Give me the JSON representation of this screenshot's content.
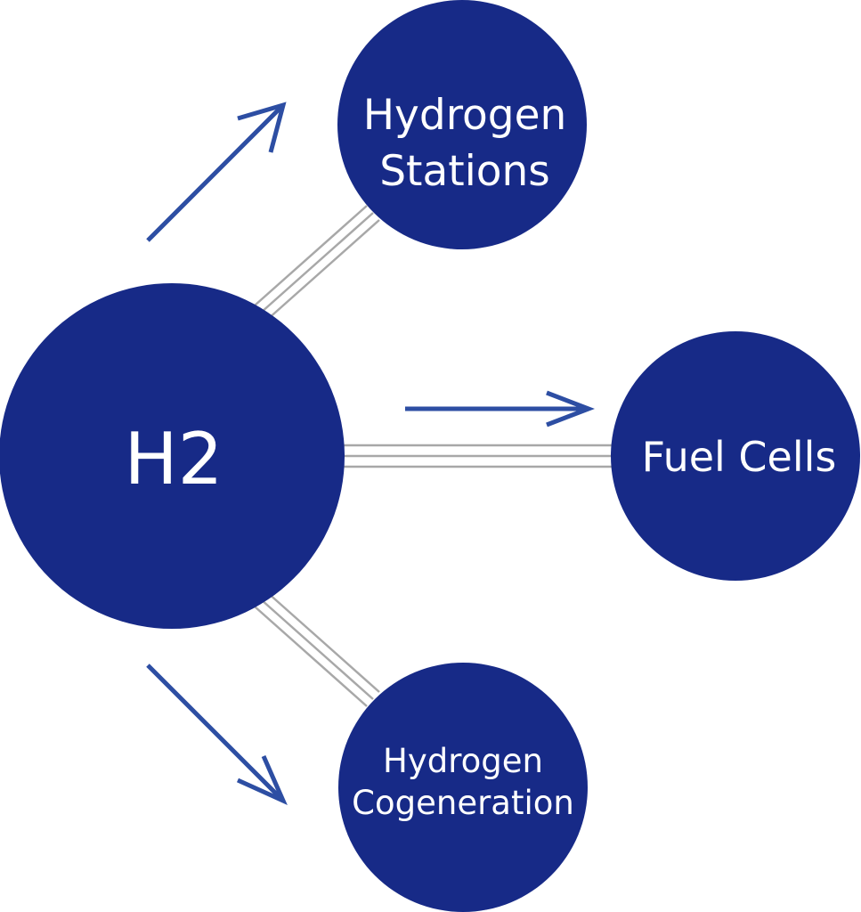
{
  "colors": {
    "node_fill": "#172a87",
    "arrow": "#2d4ea3",
    "connector": "#a8a8a8",
    "background": "#ffffff",
    "text": "#ffffff"
  },
  "hub": {
    "label": "H2"
  },
  "nodes": {
    "stations": {
      "line1": "Hydrogen",
      "line2": "Stations"
    },
    "fuel_cells": {
      "label": "Fuel Cells"
    },
    "cogeneration": {
      "line1": "Hydrogen",
      "line2": "Cogeneration"
    }
  }
}
